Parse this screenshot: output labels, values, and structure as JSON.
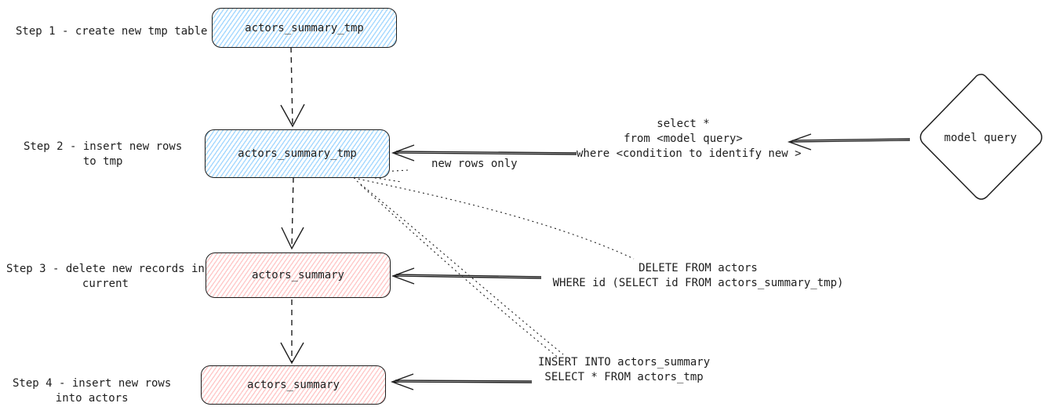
{
  "steps": [
    {
      "label": "Step 1 - create new tmp table"
    },
    {
      "label": "Step 2 - insert new rows\nto tmp"
    },
    {
      "label": "Step 3 - delete new records in\ncurrent"
    },
    {
      "label": "Step 4 - insert new rows\ninto actors"
    }
  ],
  "nodes": {
    "tmp_create": "actors_summary_tmp",
    "tmp_insert": "actors_summary_tmp",
    "summary_delete": "actors_summary",
    "summary_insert": "actors_summary",
    "model_query": "model query"
  },
  "annotations": {
    "select_query": "select *\nfrom <model query>\nwhere <condition to identify new >",
    "new_rows_only": "new rows only",
    "delete_query": "DELETE FROM actors\nWHERE id (SELECT id FROM actors_summary_tmp)",
    "insert_query": "INSERT INTO actors_summary\n SELECT * FROM actors_tmp"
  },
  "colors": {
    "stroke": "#1e1e1e",
    "blue_fill": "#a5d8ff",
    "red_fill": "#ffc9c9"
  }
}
